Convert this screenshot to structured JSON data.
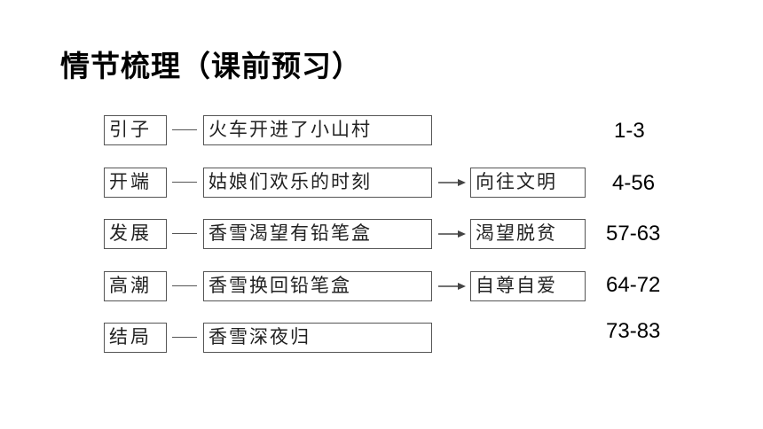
{
  "title": "情节梳理（课前预习）",
  "rows": [
    {
      "label": "引子",
      "event": "火车开进了小山村",
      "result": "",
      "range": "1-3"
    },
    {
      "label": "开端",
      "event": "姑娘们欢乐的时刻",
      "result": "向往文明",
      "range": "4-56"
    },
    {
      "label": "发展",
      "event": "香雪渴望有铅笔盒",
      "result": "渴望脱贫",
      "range": "57-63"
    },
    {
      "label": "高潮",
      "event": "香雪换回铅笔盒",
      "result": "自尊自爱",
      "range": "64-72"
    },
    {
      "label": "结局",
      "event": "香雪深夜归",
      "result": "",
      "range": "73-83"
    }
  ]
}
